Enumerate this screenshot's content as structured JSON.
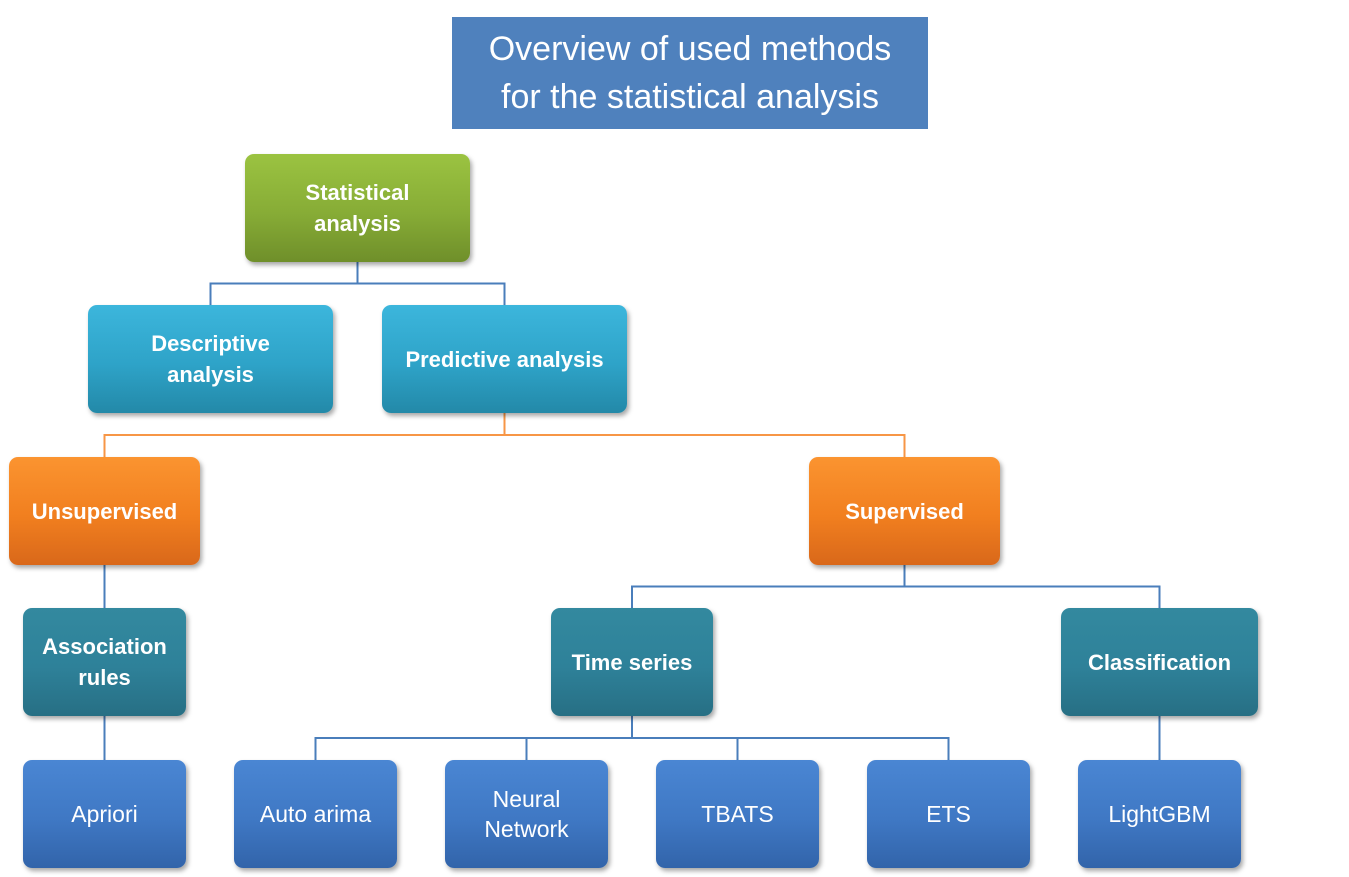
{
  "title": {
    "line1": "Overview of used methods",
    "line2": "for the statistical analysis"
  },
  "nodes": {
    "statistical_analysis": [
      "Statistical",
      "analysis"
    ],
    "descriptive_analysis": [
      "Descriptive",
      "analysis"
    ],
    "predictive_analysis": [
      "Predictive analysis"
    ],
    "unsupervised": [
      "Unsupervised"
    ],
    "supervised": [
      "Supervised"
    ],
    "association_rules": [
      "Association",
      "rules"
    ],
    "time_series": [
      "Time series"
    ],
    "classification": [
      "Classification"
    ],
    "apriori": [
      "Apriori"
    ],
    "auto_arima": [
      "Auto arima"
    ],
    "neural_network": [
      "Neural",
      "Network"
    ],
    "tbats": [
      "TBATS"
    ],
    "ets": [
      "ETS"
    ],
    "lightgbm": [
      "LightGBM"
    ]
  },
  "colors": {
    "title_fill": "#4f81bd",
    "root_green": "#8cb33a",
    "level1_cyan": "#31a8cc",
    "level2_orange": "#f4861f",
    "level3_teal": "#2e8199",
    "leaf_blue": "#3f78c4",
    "connector_blue": "#4a7ebb",
    "connector_orange": "#f79646",
    "text": "#ffffff"
  },
  "edges": [
    [
      "statistical_analysis",
      "descriptive_analysis"
    ],
    [
      "statistical_analysis",
      "predictive_analysis"
    ],
    [
      "predictive_analysis",
      "unsupervised"
    ],
    [
      "predictive_analysis",
      "supervised"
    ],
    [
      "unsupervised",
      "association_rules"
    ],
    [
      "supervised",
      "time_series"
    ],
    [
      "supervised",
      "classification"
    ],
    [
      "association_rules",
      "apriori"
    ],
    [
      "time_series",
      "auto_arima"
    ],
    [
      "time_series",
      "neural_network"
    ],
    [
      "time_series",
      "tbats"
    ],
    [
      "time_series",
      "ets"
    ],
    [
      "classification",
      "lightgbm"
    ]
  ]
}
